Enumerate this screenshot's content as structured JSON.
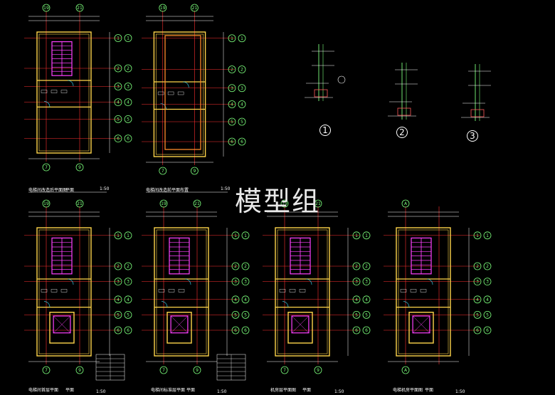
{
  "watermark": "模型组",
  "plans_top": [
    {
      "caption": "电梯间改造后平面图",
      "scale": "平面",
      "ratio": "1:50",
      "axis_top": [
        "19",
        "21"
      ],
      "axis_bottom": [
        "7",
        "9"
      ]
    },
    {
      "caption": "电梯间改造前平面布置",
      "scale": "",
      "ratio": "1:50",
      "axis_top": [
        "19",
        "21"
      ],
      "axis_bottom": [
        "7",
        "9"
      ]
    }
  ],
  "details": [
    {
      "number": "1"
    },
    {
      "number": "2"
    },
    {
      "number": "3"
    }
  ],
  "plans_bottom": [
    {
      "caption": "电梯间首层平面",
      "scale": "平面",
      "ratio": "1:50",
      "axis_top": [
        "19",
        "21"
      ],
      "axis_bottom": [
        "7",
        "9"
      ]
    },
    {
      "caption": "电梯间标准层平面",
      "scale": "平面",
      "ratio": "1:50",
      "axis_top": [
        "19",
        "21"
      ],
      "axis_bottom": [
        "7",
        "9"
      ]
    },
    {
      "caption": "机房层平面图",
      "scale": "平面",
      "ratio": "1:50",
      "axis_top": [
        "19",
        "21"
      ],
      "axis_bottom": [
        "7",
        "9"
      ]
    },
    {
      "caption": "电梯机房平面图",
      "scale": "平面",
      "ratio": "1:50",
      "axis_top": [
        "A"
      ],
      "axis_bottom": [
        "A"
      ]
    }
  ],
  "colors": {
    "background": "#000000",
    "wall": "#ffd54a",
    "axis": "#ff3030",
    "grid_bubble": "#7cff7c",
    "stair": "#ff40ff",
    "dim": "#ffffff",
    "cyan": "#38e0ff"
  }
}
